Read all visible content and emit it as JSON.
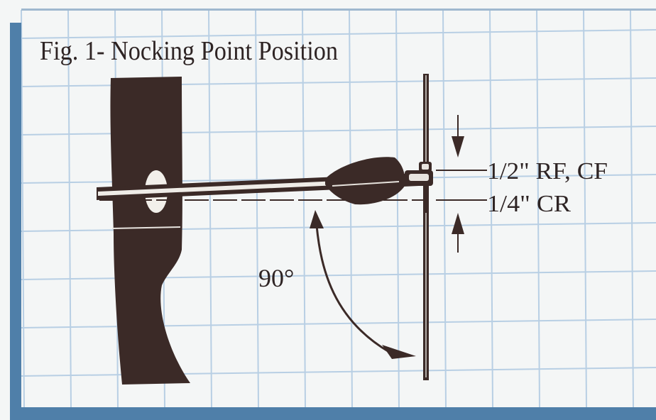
{
  "figure": {
    "title": "Fig. 1- Nocking Point Position",
    "angle_label": "90°",
    "upper_label": "1/2\" RF, CF",
    "lower_label": "1/4\" CR"
  },
  "colors": {
    "background": "#f4f6f6",
    "grid": "#b8cfe4",
    "frame": "#4f7fa9",
    "ink": "#3b2a27"
  }
}
